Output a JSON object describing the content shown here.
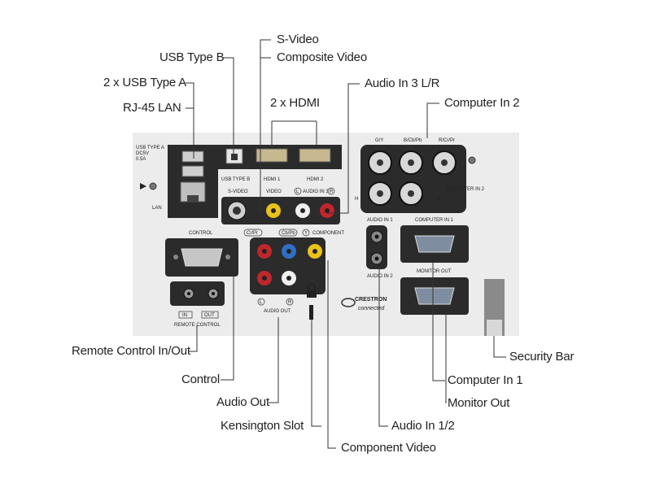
{
  "callouts": {
    "usb_type_b": "USB Type B",
    "s_video": "S-Video",
    "composite_video": "Composite Video",
    "two_usb_type_a": "2 x USB Type A",
    "audio_in_3": "Audio In 3 L/R",
    "rj45_lan": "RJ-45 LAN",
    "two_hdmi": "2 x HDMI",
    "computer_in_2": "Computer In 2",
    "remote_control": "Remote Control In/Out",
    "security_bar": "Security Bar",
    "control": "Control",
    "computer_in_1": "Computer In 1",
    "audio_out": "Audio Out",
    "monitor_out": "Monitor Out",
    "kensington_slot": "Kensington Slot",
    "audio_in_12": "Audio In 1/2",
    "component_video": "Component Video"
  },
  "panel": {
    "usb_a_label": "USB TYPE A",
    "usb_a_power1": "DC5V",
    "usb_a_power2": "0.5A",
    "lan": "LAN",
    "usb_b": "USB TYPE B",
    "hdmi1": "HDMI 1",
    "hdmi2": "HDMI 2",
    "svideo": "S-VIDEO",
    "video": "VIDEO",
    "audio_in3": "AUDIO IN 3",
    "l": "L",
    "r": "R",
    "gy": "G/Y",
    "bcbpb": "B/Cb/Pb",
    "rcrpr": "R/Cr/Pr",
    "h": "H",
    "v": "V",
    "computer_in2": "COMPUTER IN 2",
    "audio_in1": "AUDIO IN 1",
    "audio_in2": "AUDIO IN 2",
    "computer_in1": "COMPUTER IN 1",
    "monitor_out": "MONITOR OUT",
    "control": "CONTROL",
    "crpr": "Cr/Pr",
    "cbpb": "Cb/Pb",
    "y": "Y",
    "component": "COMPONENT",
    "audio_out": "AUDIO OUT",
    "in": "IN",
    "out": "OUT",
    "remote_control": "REMOTE CONTROL",
    "crestron": "CRESTRON",
    "connected": "connected"
  }
}
